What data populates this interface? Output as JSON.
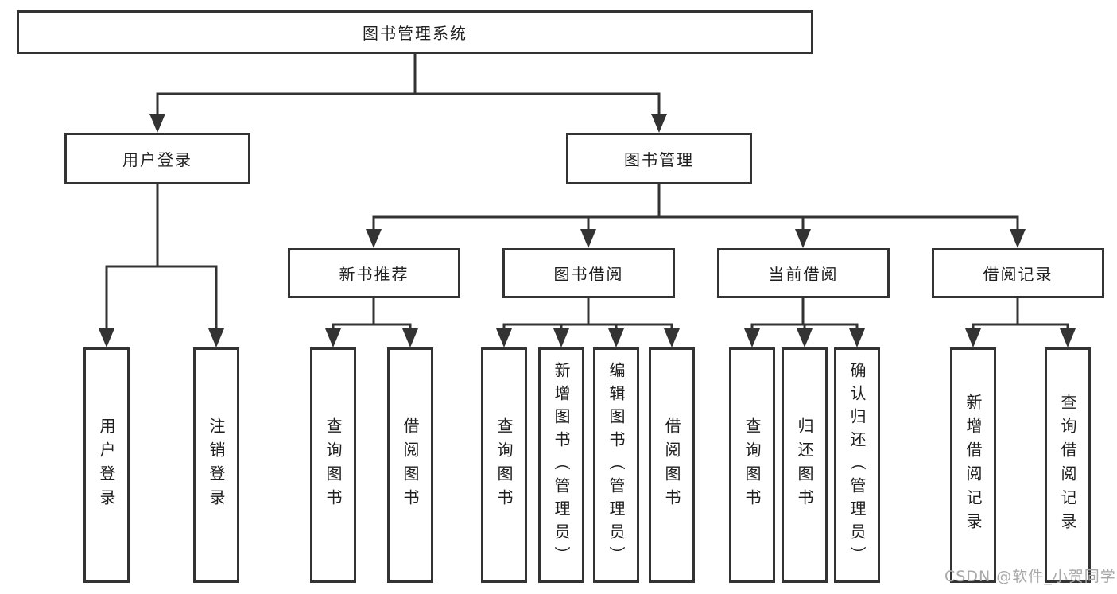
{
  "tree": {
    "root": {
      "label": "图书管理系统",
      "children": [
        {
          "label": "用户登录",
          "children": [
            {
              "label": "用户登录"
            },
            {
              "label": "注销登录"
            }
          ]
        },
        {
          "label": "图书管理",
          "children": [
            {
              "label": "新书推荐",
              "children": [
                {
                  "label": "查询图书"
                },
                {
                  "label": "借阅图书"
                }
              ]
            },
            {
              "label": "图书借阅",
              "children": [
                {
                  "label": "查询图书"
                },
                {
                  "label": "新增图书（管理员）"
                },
                {
                  "label": "编辑图书（管理员）"
                },
                {
                  "label": "借阅图书"
                }
              ]
            },
            {
              "label": "当前借阅",
              "children": [
                {
                  "label": "查询图书"
                },
                {
                  "label": "归还图书"
                },
                {
                  "label": "确认归还（管理员）"
                }
              ]
            },
            {
              "label": "借阅记录",
              "children": [
                {
                  "label": "新增借阅记录"
                },
                {
                  "label": "查询借阅记录"
                }
              ]
            }
          ]
        }
      ]
    }
  },
  "watermark": "CSDN @软件_小贺同学",
  "colors": {
    "line": "#333333",
    "text": "#1f1f1f",
    "watermark": "#a8a8a8"
  }
}
